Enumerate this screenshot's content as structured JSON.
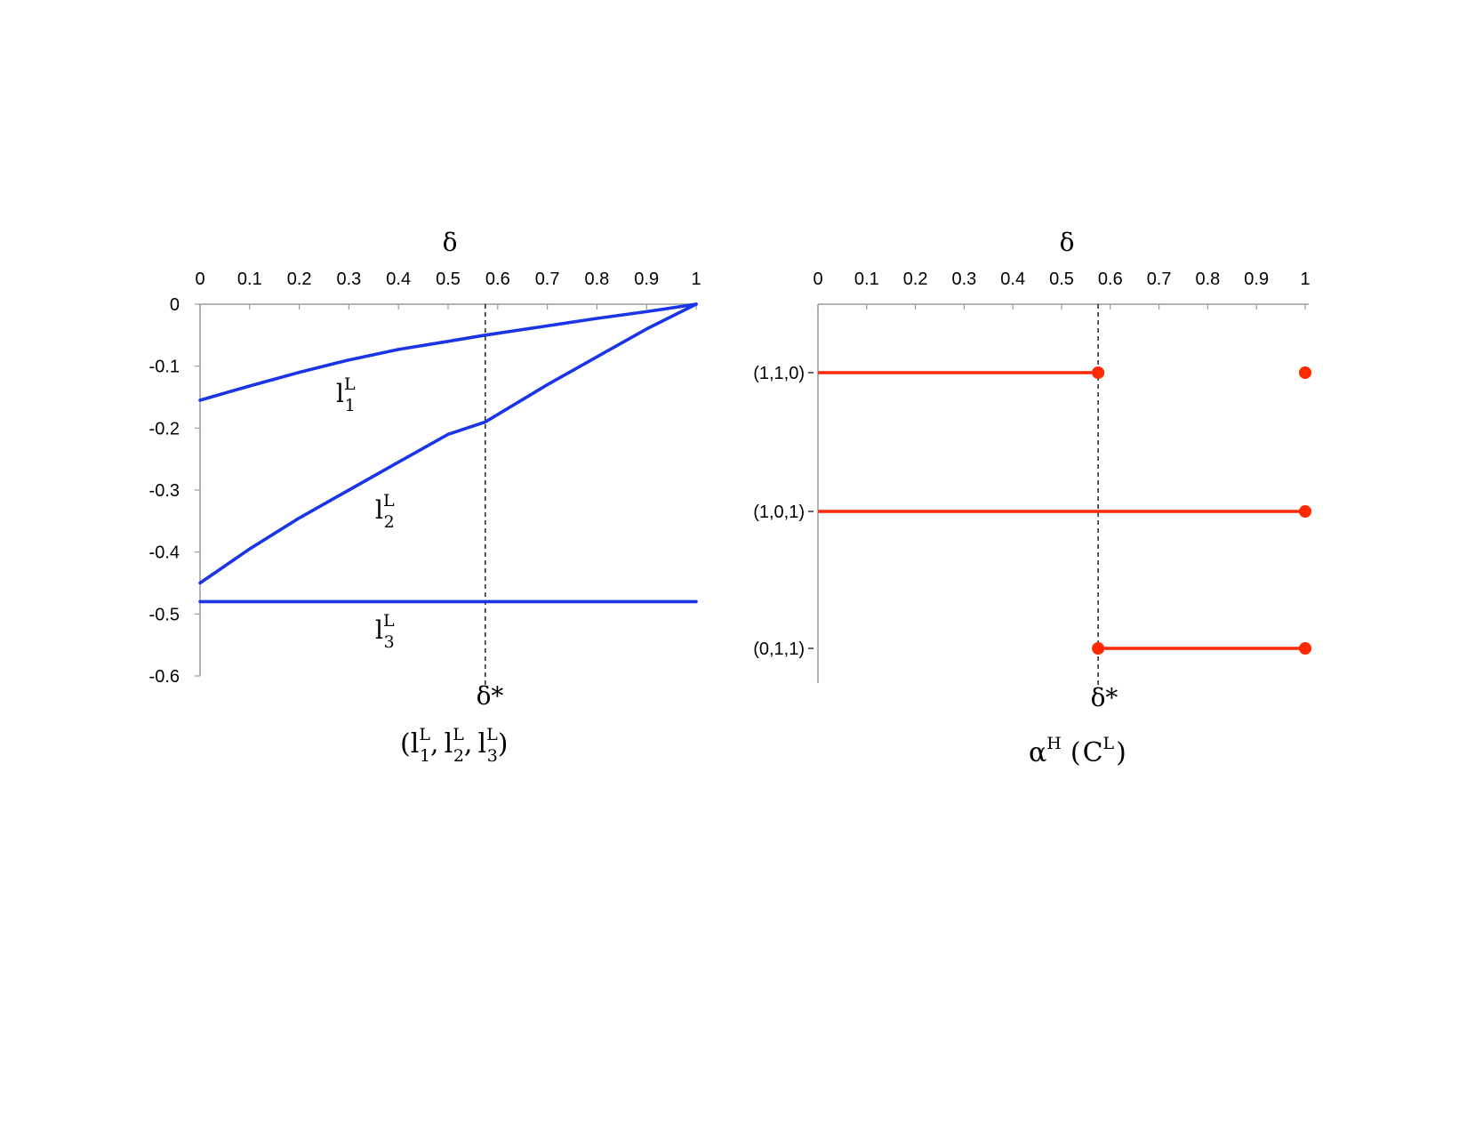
{
  "chart_data": [
    {
      "type": "line",
      "xlabel": "δ",
      "x_ticks": [
        "0",
        "0.1",
        "0.2",
        "0.3",
        "0.4",
        "0.5",
        "0.6",
        "0.7",
        "0.8",
        "0.9",
        "1"
      ],
      "y_ticks": [
        "0",
        "-0.1",
        "-0.2",
        "-0.3",
        "-0.4",
        "-0.5",
        "-0.6"
      ],
      "xlim": [
        0,
        1
      ],
      "ylim": [
        -0.6,
        0
      ],
      "colors": {
        "line": "#1a35e8"
      },
      "series": [
        {
          "label_base": "l",
          "label_sub": "1",
          "label_sup": "L",
          "x": [
            0,
            0.1,
            0.2,
            0.3,
            0.4,
            0.5,
            0.575,
            0.7,
            0.8,
            0.9,
            1
          ],
          "y": [
            -0.155,
            -0.132,
            -0.11,
            -0.09,
            -0.073,
            -0.06,
            -0.05,
            -0.035,
            -0.023,
            -0.012,
            0
          ]
        },
        {
          "label_base": "l",
          "label_sub": "2",
          "label_sup": "L",
          "x": [
            0,
            0.1,
            0.2,
            0.3,
            0.4,
            0.5,
            0.575,
            0.7,
            0.8,
            0.9,
            1
          ],
          "y": [
            -0.45,
            -0.395,
            -0.345,
            -0.3,
            -0.255,
            -0.21,
            -0.19,
            -0.13,
            -0.085,
            -0.04,
            0
          ]
        },
        {
          "label_base": "l",
          "label_sub": "3",
          "label_sup": "L",
          "x": [
            0,
            1
          ],
          "y": [
            -0.48,
            -0.48
          ]
        }
      ],
      "threshold": {
        "x": 0.575,
        "label": "δ*"
      },
      "caption": {
        "open": "(",
        "close": ")",
        "sep": ",",
        "base": "l",
        "sup": "L",
        "subs": [
          "1",
          "2",
          "3"
        ]
      }
    },
    {
      "type": "scatter",
      "xlabel": "δ",
      "x_ticks": [
        "0",
        "0.1",
        "0.2",
        "0.3",
        "0.4",
        "0.5",
        "0.6",
        "0.7",
        "0.8",
        "0.9",
        "1"
      ],
      "xlim": [
        0,
        1
      ],
      "categories": [
        "(1,1,0)",
        "(1,0,1)",
        "(0,1,1)"
      ],
      "colors": {
        "line": "#ff2a00"
      },
      "segments": [
        {
          "category": "(1,1,0)",
          "from": 0,
          "to": 0.575
        },
        {
          "category": "(1,0,1)",
          "from": 0,
          "to": 1
        },
        {
          "category": "(0,1,1)",
          "from": 0.575,
          "to": 1
        }
      ],
      "points": [
        {
          "category": "(1,1,0)",
          "x": 0.575
        },
        {
          "category": "(1,1,0)",
          "x": 1
        },
        {
          "category": "(1,0,1)",
          "x": 1
        },
        {
          "category": "(0,1,1)",
          "x": 0.575
        },
        {
          "category": "(0,1,1)",
          "x": 1
        }
      ],
      "threshold": {
        "x": 0.575,
        "label": "δ*"
      },
      "caption": {
        "alpha": "α",
        "sup_h": "H",
        "open": "(",
        "close": ")",
        "c": "C",
        "sup_l": "L"
      }
    }
  ]
}
